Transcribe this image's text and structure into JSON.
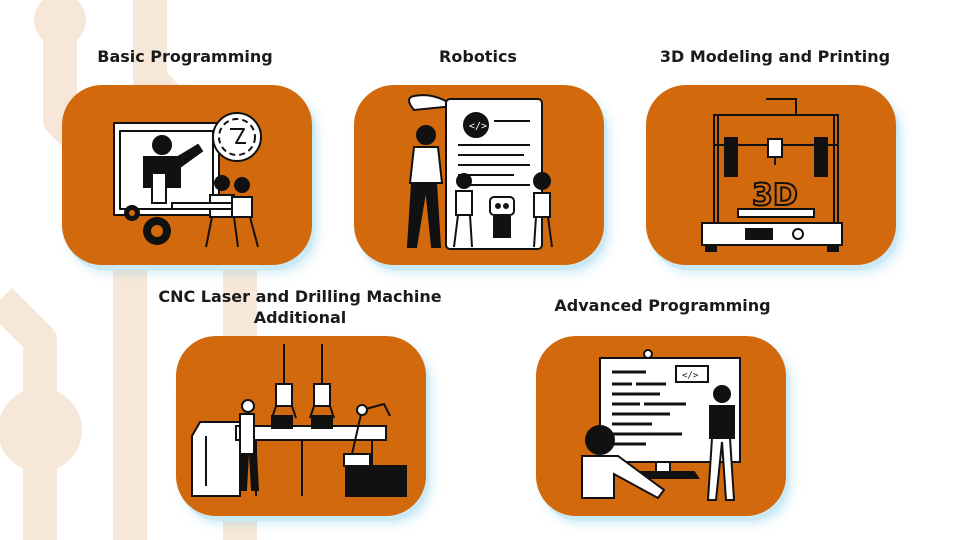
{
  "colors": {
    "card_fill": "#D2690C",
    "card_shadow": "#cbeaf6",
    "background_pattern": "#f6e7d8",
    "title_text": "#1a1a1a"
  },
  "cards": [
    {
      "title": "Basic Programming",
      "illustration": "teacher-screen-students-gears"
    },
    {
      "title": "Robotics",
      "illustration": "people-building-robot"
    },
    {
      "title": "3D Modeling and Printing",
      "illustration": "3d-printer"
    },
    {
      "title_line1": "CNC Laser and Drilling Machine",
      "title_line2": "Additional",
      "illustration": "factory-robot-arms"
    },
    {
      "title": "Advanced Programming",
      "illustration": "developers-code-screen"
    }
  ]
}
